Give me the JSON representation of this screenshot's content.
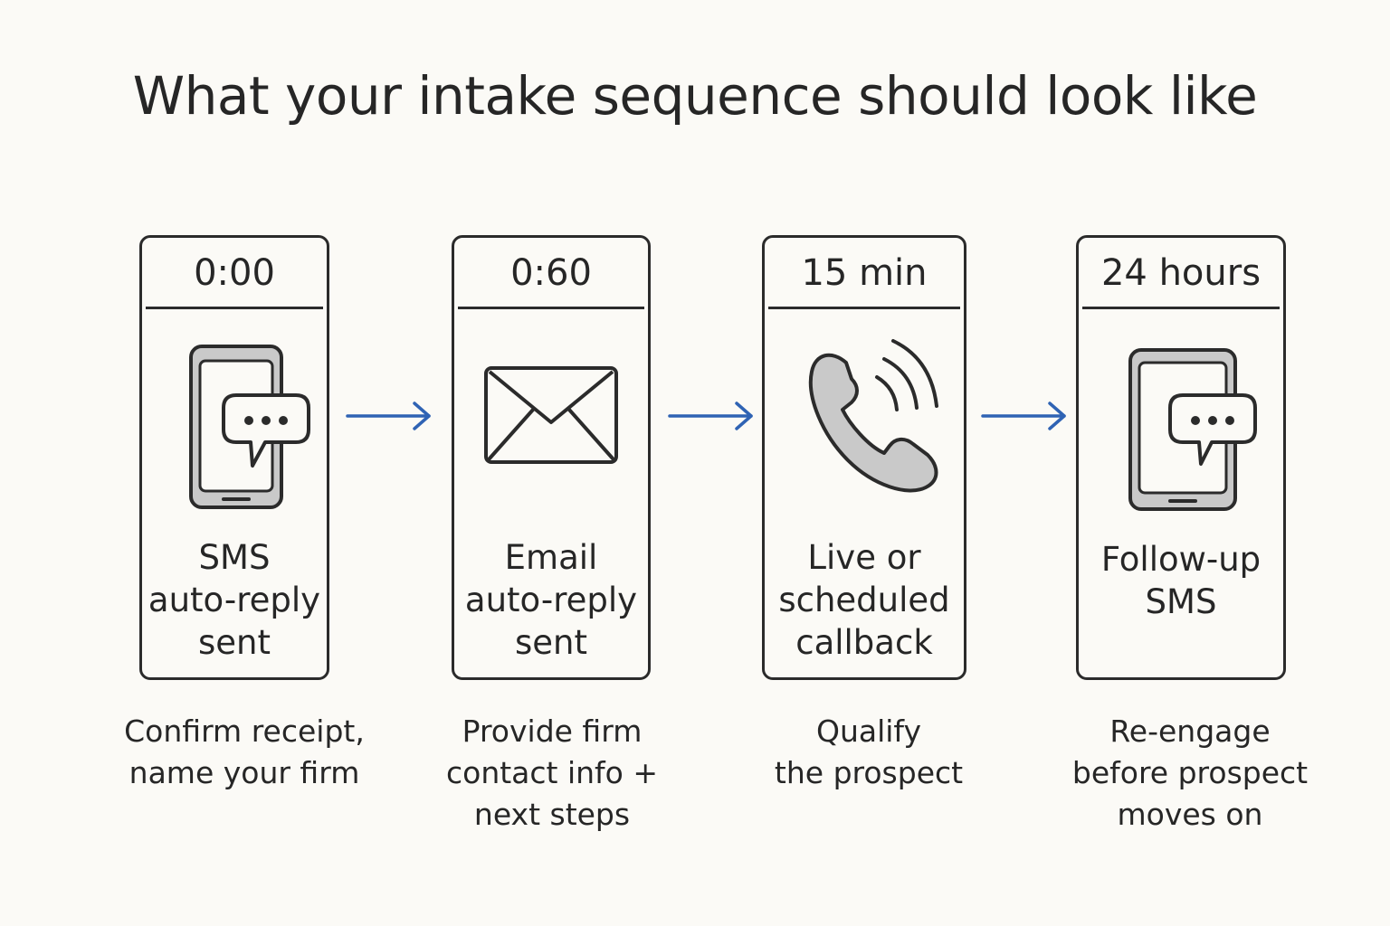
{
  "title": "What your intake sequence should look like",
  "colors": {
    "background": "#fbfaf6",
    "stroke": "#2b2b2b",
    "icon_fill": "#c9c9c9",
    "arrow": "#2f63b4"
  },
  "steps": [
    {
      "time": "0:00",
      "icon": "phone-sms-icon",
      "label": [
        "SMS",
        "auto-reply",
        "sent"
      ],
      "caption": [
        "Confirm receipt,",
        "name your firm"
      ]
    },
    {
      "time": "0:60",
      "icon": "envelope-icon",
      "label": [
        "Email",
        "auto-reply",
        "sent"
      ],
      "caption": [
        "Provide firm",
        "contact info +",
        "next steps"
      ]
    },
    {
      "time": "15 min",
      "icon": "phone-handset-icon",
      "label": [
        "Live or",
        "scheduled",
        "callback"
      ],
      "caption": [
        "Qualify",
        "the prospect"
      ]
    },
    {
      "time": "24 hours",
      "icon": "phone-sms-icon",
      "label": [
        "Follow-up",
        "SMS"
      ],
      "caption": [
        "Re-engage",
        "before prospect",
        "moves on"
      ]
    }
  ]
}
